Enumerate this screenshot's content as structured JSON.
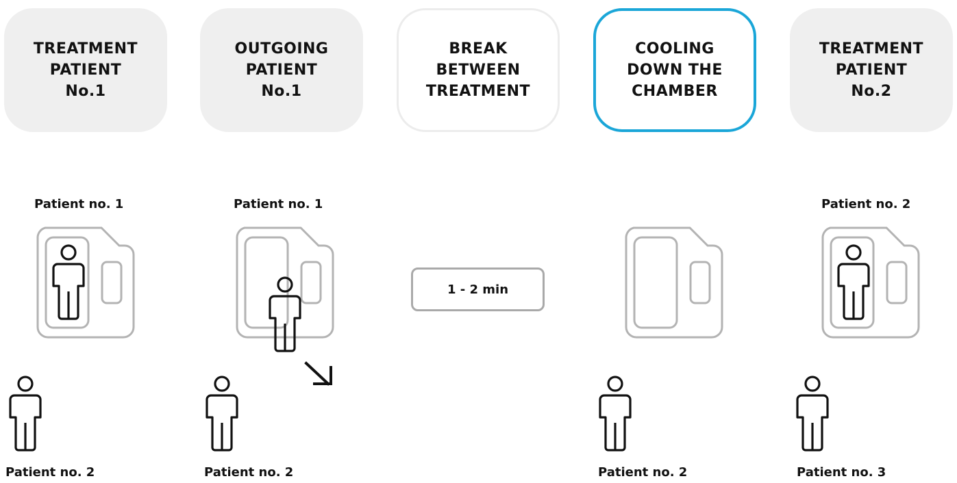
{
  "stages": [
    {
      "label": "TREATMENT\nPATIENT\nNo.1",
      "style": "filled"
    },
    {
      "label": "OUTGOING\nPATIENT\nNo.1",
      "style": "filled"
    },
    {
      "label": "BREAK\nBETWEEN\nTREATMENT",
      "style": "outlined-gray"
    },
    {
      "label": "COOLING\nDOWN THE\nCHAMBER",
      "style": "outlined-blue",
      "highlight_color": "#1aa6d8"
    },
    {
      "label": "TREATMENT\nPATIENT\nNo.2",
      "style": "filled"
    }
  ],
  "chamber_labels": [
    "Patient no. 1",
    "Patient no. 1",
    "Patient no. 2"
  ],
  "waiting_labels": [
    "Patient no. 2",
    "Patient no. 2",
    "Patient no. 2",
    "Patient no. 3"
  ],
  "duration": "1 - 2 min",
  "icons": {
    "chamber": "cryo-chamber-icon",
    "person": "person-icon",
    "exit": "exit-arrow-icon"
  },
  "colors": {
    "stage_fill": "#efefef",
    "stage_border": "#ececec",
    "highlight": "#1aa6d8",
    "chamber_stroke": "#b3b3b3",
    "text": "#111111"
  }
}
